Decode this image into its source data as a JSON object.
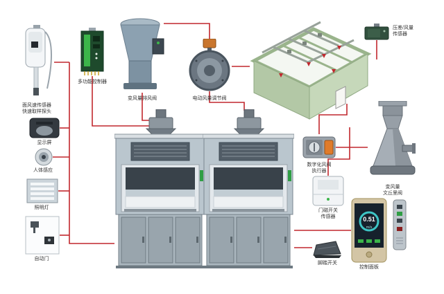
{
  "diagram": {
    "components": {
      "face_sensor": {
        "label_line1": "面风速传感器",
        "label_line2": "快速取样探头"
      },
      "controller": {
        "label": "多功能控制器"
      },
      "exhaust_fan": {
        "label": "变风量排风阀"
      },
      "duct_valve": {
        "label": "电动风量调节阀"
      },
      "duct_sensor": {
        "label_line1": "压差/风量",
        "label_line2": "传感器"
      },
      "actuator": {
        "label_line1": "数字化风阀",
        "label_line2": "执行器"
      },
      "venturi": {
        "label_line1": "变风量",
        "label_line2": "文丘里阀"
      },
      "door_sensor": {
        "label_line1": "门磁开关",
        "label_line2": "传感器"
      },
      "display": {
        "label": "显示屏"
      },
      "occupancy": {
        "label": "人体感应"
      },
      "light": {
        "label": "照明灯"
      },
      "auto_door": {
        "label": "自动门"
      },
      "foot_switch": {
        "label": "脚踏开关"
      },
      "control_panel": {
        "label": "控制面板",
        "reading": "0.51",
        "unit": "m/s"
      }
    }
  }
}
